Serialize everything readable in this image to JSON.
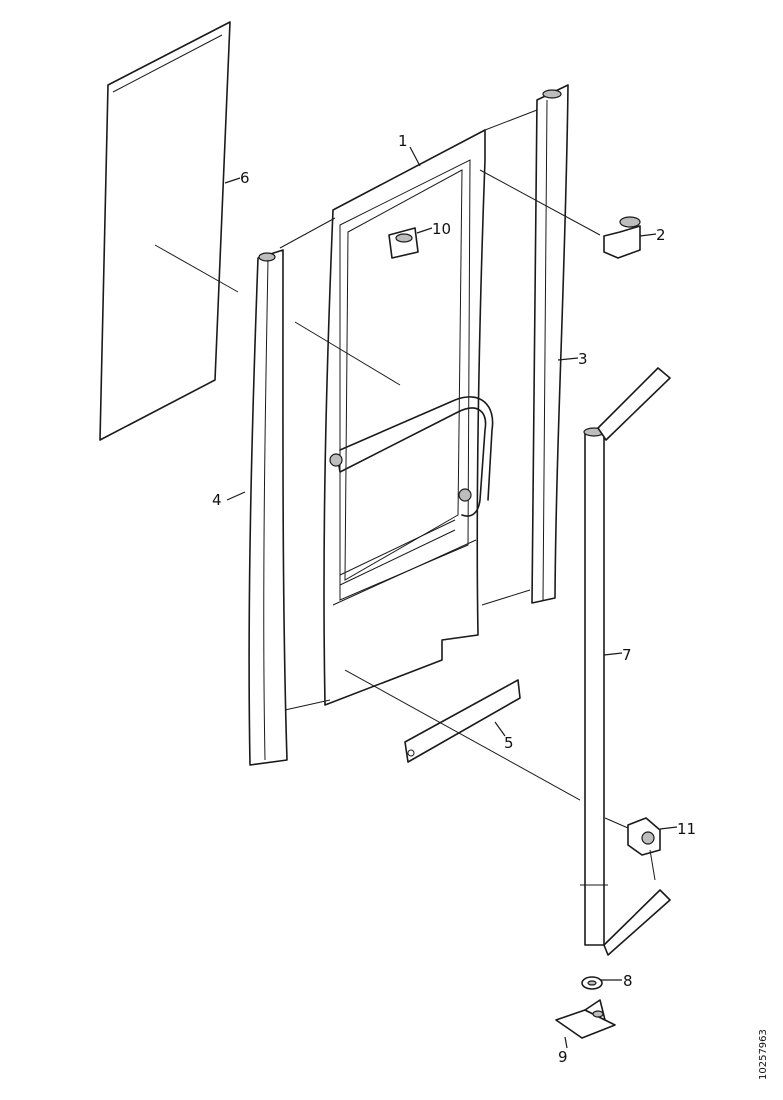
{
  "diagram": {
    "callouts": [
      {
        "id": "1",
        "label": "1"
      },
      {
        "id": "2",
        "label": "2"
      },
      {
        "id": "3",
        "label": "3"
      },
      {
        "id": "4",
        "label": "4"
      },
      {
        "id": "5",
        "label": "5"
      },
      {
        "id": "6",
        "label": "6"
      },
      {
        "id": "7",
        "label": "7"
      },
      {
        "id": "8",
        "label": "8"
      },
      {
        "id": "9",
        "label": "9"
      },
      {
        "id": "10",
        "label": "10"
      },
      {
        "id": "11",
        "label": "11"
      }
    ],
    "document_number": "10257963"
  }
}
